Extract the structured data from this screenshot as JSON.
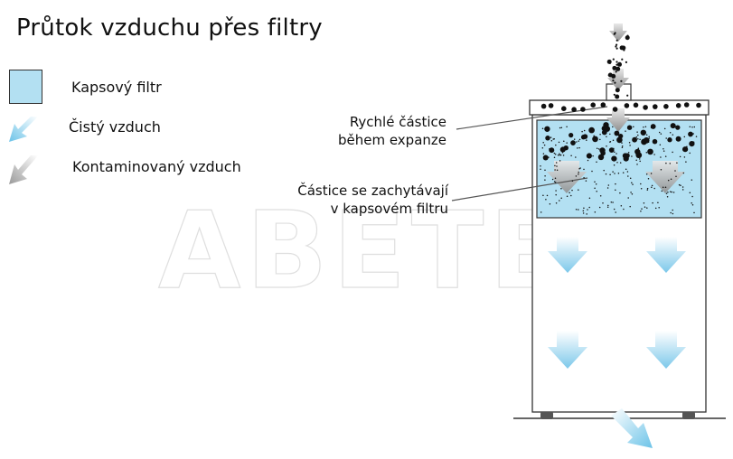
{
  "title": "Průtok vzduchu přes filtry",
  "legend": {
    "pocket_filter": "Kapsový filtr",
    "clean_air": "Čistý vzduch",
    "contaminated_air": "Kontaminovaný vzduch"
  },
  "callouts": {
    "fast_particles_line1": "Rychlé částice",
    "fast_particles_line2": "během expanze",
    "captured_line1": "Částice se zachytávají",
    "captured_line2": "v kapsovém filtru"
  },
  "watermark": "ABETEC",
  "colors": {
    "filter_fill": "#b3e0f2",
    "clean_arrow": "#8fd0ec",
    "contaminated_arrow": "#a8a8a8"
  }
}
